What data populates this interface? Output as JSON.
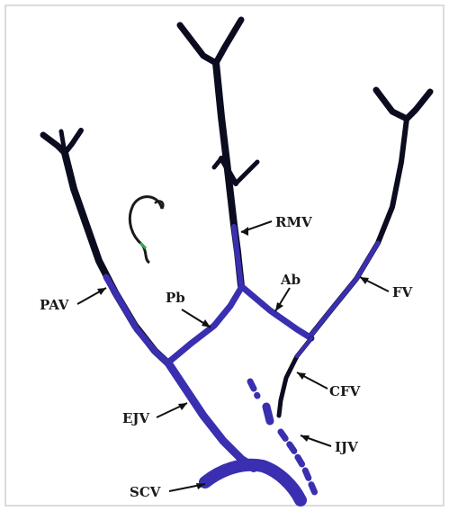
{
  "labels": {
    "rmv": "RMV",
    "ab": "Ab",
    "fv": "FV",
    "pav": "PAV",
    "pb": "Pb",
    "cfv": "CFV",
    "ejv": "EJV",
    "ijv": "IJV",
    "scv": "SCV"
  },
  "colors": {
    "vein_dark": "#0c0c20",
    "vein_blue": "#3a2fb0",
    "frame_border": "#cfcfcf",
    "label_text": "#1a1a1a"
  }
}
